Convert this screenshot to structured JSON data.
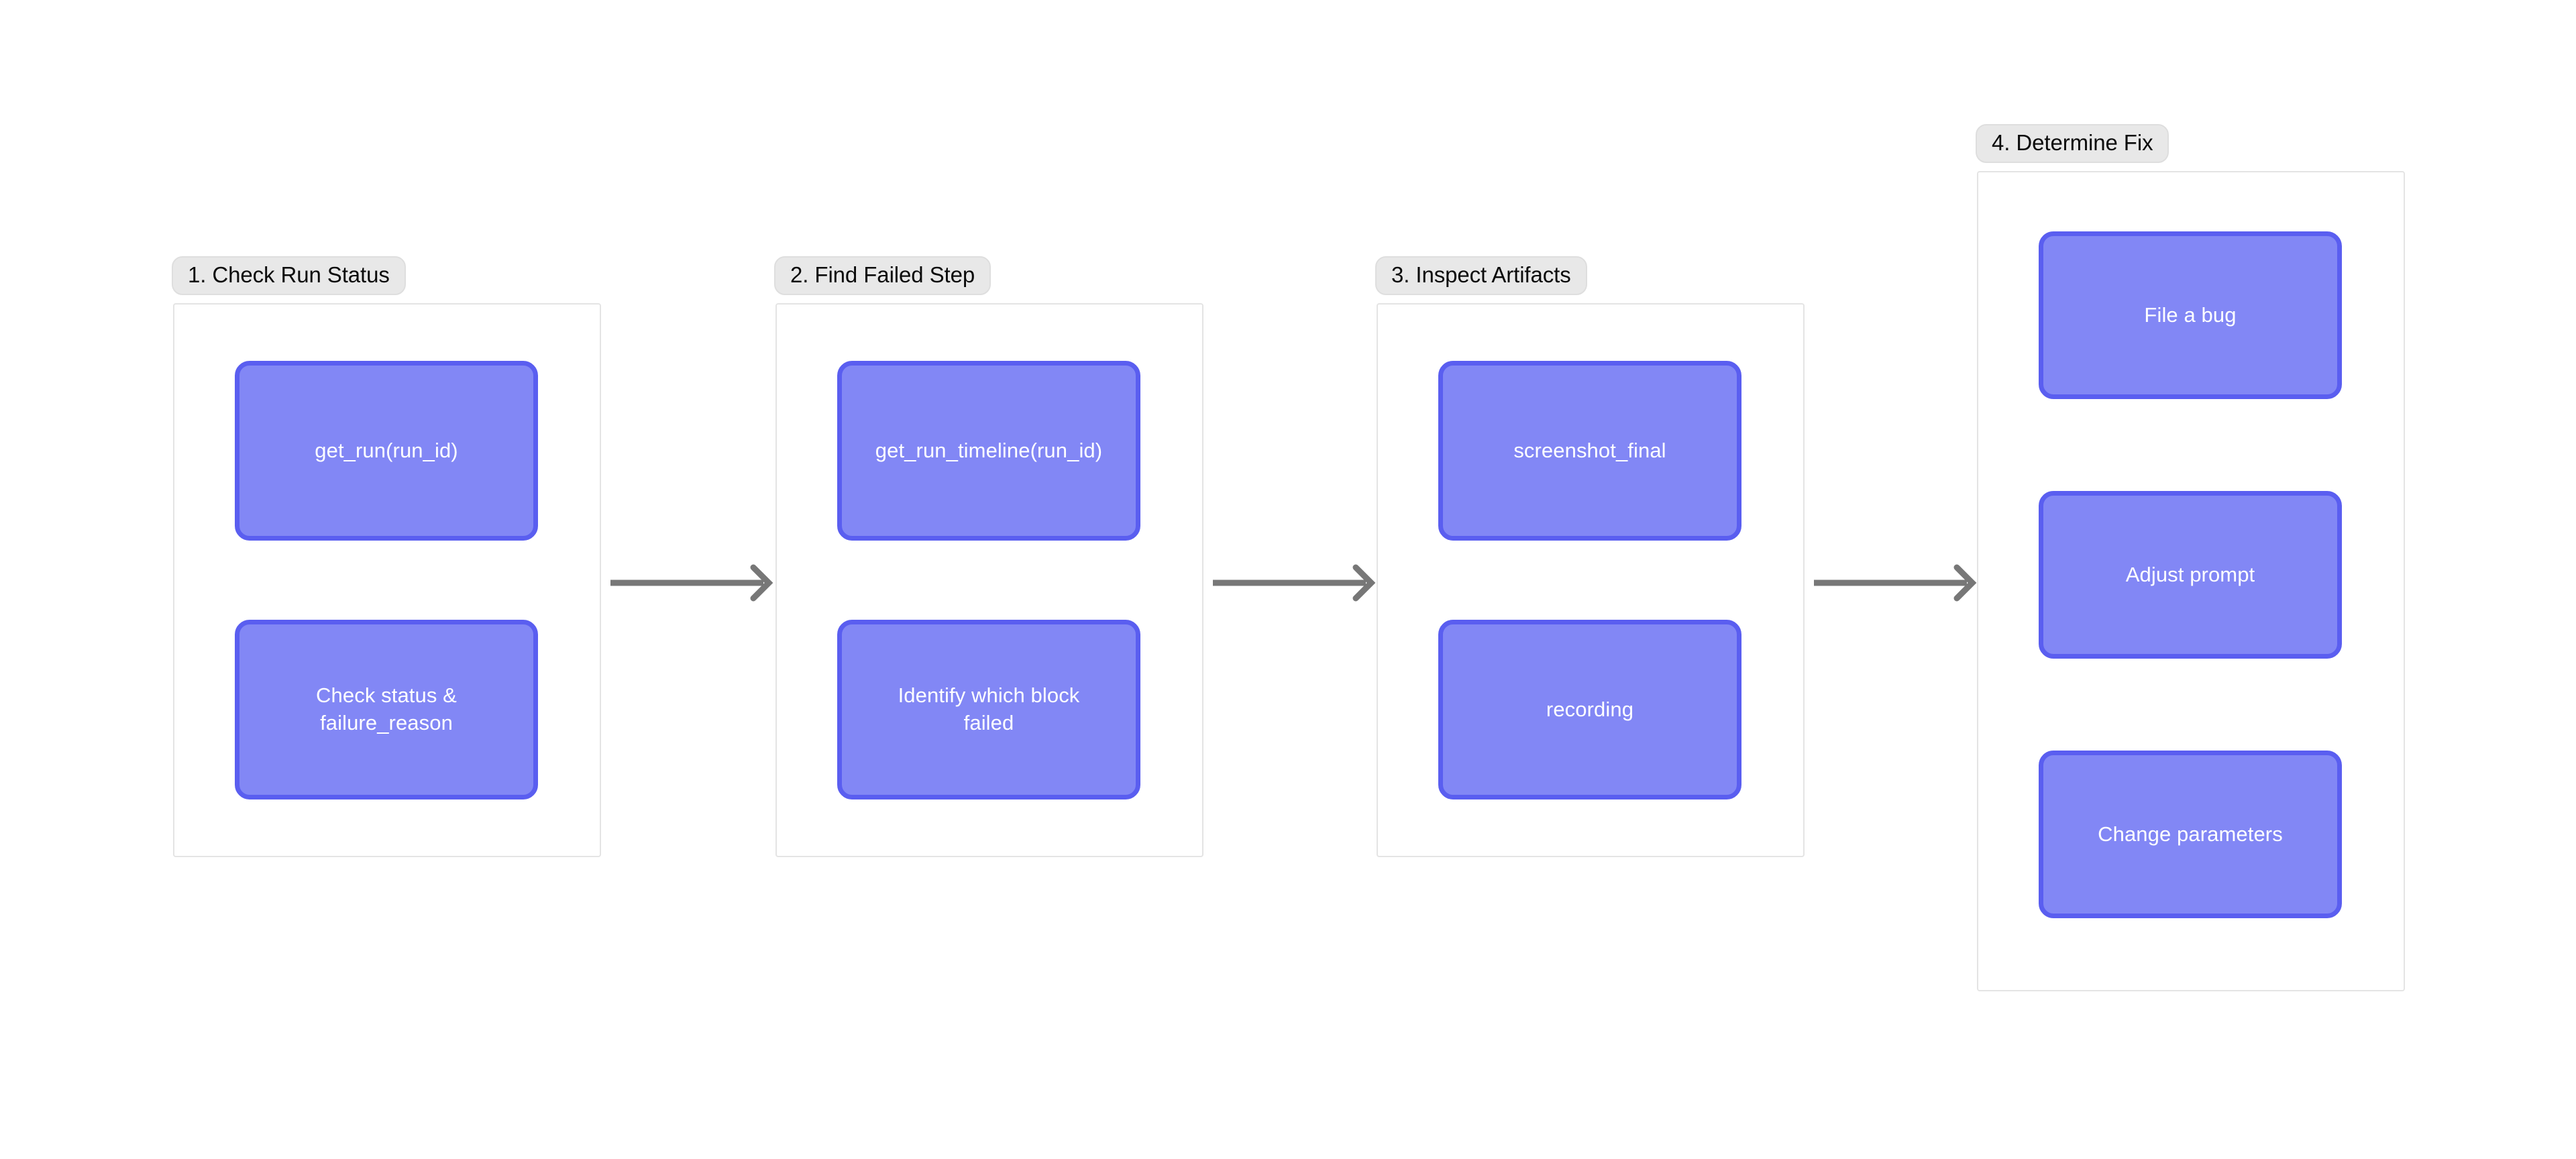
{
  "diagram": {
    "title_visible": false,
    "background_color": "#ffffff",
    "node_fill_color": "#8287f5",
    "node_border_color": "#5a5ef0",
    "node_text_color": "#ffffff",
    "cluster_border_color": "#e4e4e4",
    "cluster_label_bg_color": "#e8e8e8",
    "edge_color": "#777777",
    "clusters": [
      {
        "id": "cluster1",
        "label": "1. Check Run Status",
        "nodes": [
          {
            "id": "n1",
            "label": "get_run(run_id)"
          },
          {
            "id": "n2",
            "label": "Check status &\nfailure_reason"
          }
        ]
      },
      {
        "id": "cluster2",
        "label": "2. Find Failed Step",
        "nodes": [
          {
            "id": "n3",
            "label": "get_run_timeline(run_id)"
          },
          {
            "id": "n4",
            "label": "Identify which block\nfailed"
          }
        ]
      },
      {
        "id": "cluster3",
        "label": "3. Inspect Artifacts",
        "nodes": [
          {
            "id": "n5",
            "label": "screenshot_final"
          },
          {
            "id": "n6",
            "label": "recording"
          }
        ]
      },
      {
        "id": "cluster4",
        "label": "4. Determine Fix",
        "nodes": [
          {
            "id": "n7",
            "label": "File a bug"
          },
          {
            "id": "n8",
            "label": "Adjust prompt"
          },
          {
            "id": "n9",
            "label": "Change parameters"
          }
        ]
      }
    ],
    "edges": [
      {
        "id": "e1",
        "from": "cluster1",
        "to": "cluster2",
        "label": ""
      },
      {
        "id": "e2",
        "from": "cluster2",
        "to": "cluster3",
        "label": ""
      },
      {
        "id": "e3",
        "from": "cluster3",
        "to": "cluster4",
        "label": ""
      }
    ]
  }
}
